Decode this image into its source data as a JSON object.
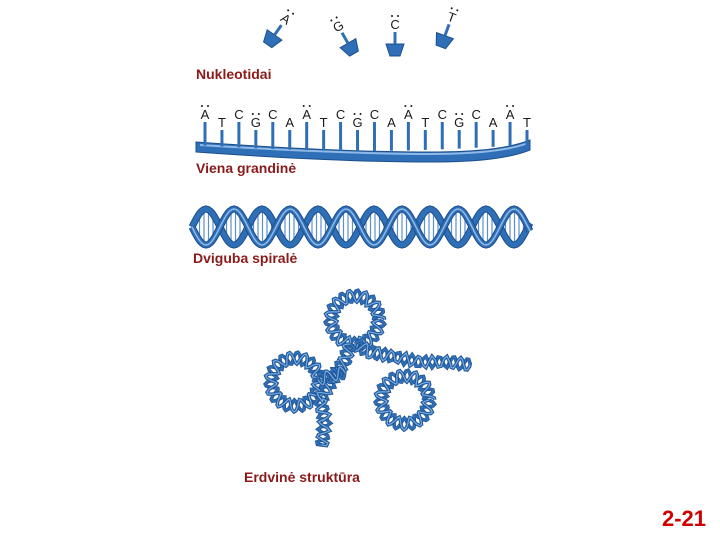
{
  "labels": {
    "nucleotides": "Nukleotidai",
    "single_strand": "Viena grandinė",
    "double_helix": "Dviguba spiralė",
    "tertiary": "Erdvinė struktūra"
  },
  "slide_number": "2-21",
  "nucleotides": [
    "A",
    "G",
    "C",
    "T"
  ],
  "strand_bases": [
    "A",
    "T",
    "C",
    "G",
    "C",
    "A",
    "A",
    "T",
    "C",
    "G",
    "C",
    "A",
    "A",
    "T",
    "C",
    "G",
    "C",
    "A",
    "A",
    "T"
  ],
  "colors": {
    "dna_blue": "#2f6fb8",
    "dna_light": "#8fb9e6",
    "label": "#8b1a1a",
    "slide_number": "#d10000"
  }
}
